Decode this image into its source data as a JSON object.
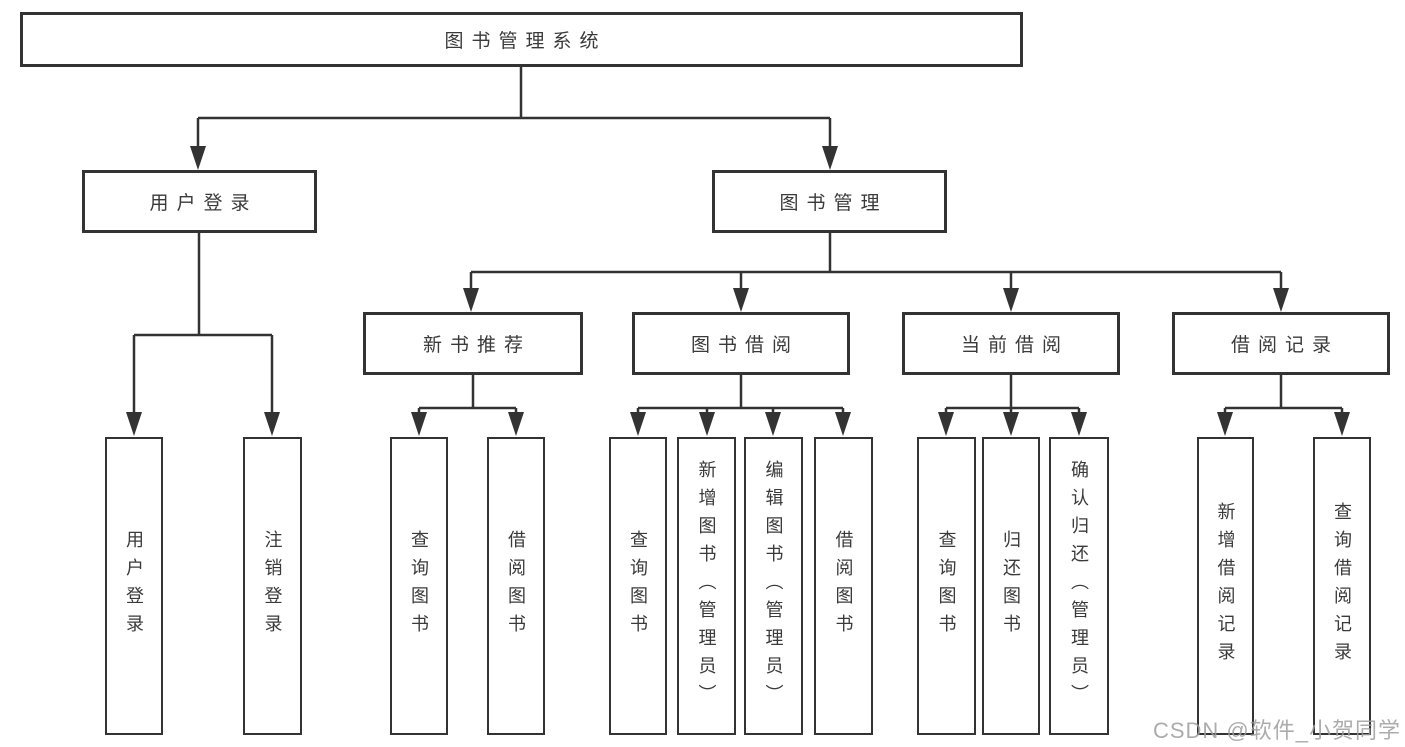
{
  "diagram": {
    "root": {
      "label": "图书管理系统"
    },
    "branches": [
      {
        "label": "用户登录",
        "leaves": [
          {
            "label": "用户登录"
          },
          {
            "label": "注销登录"
          }
        ]
      },
      {
        "label": "图书管理",
        "groups": [
          {
            "label": "新书推荐",
            "leaves": [
              {
                "label": "查询图书"
              },
              {
                "label": "借阅图书"
              }
            ]
          },
          {
            "label": "图书借阅",
            "leaves": [
              {
                "label": "查询图书"
              },
              {
                "label": "新增图书（管理员）"
              },
              {
                "label": "编辑图书（管理员）"
              },
              {
                "label": "借阅图书"
              }
            ]
          },
          {
            "label": "当前借阅",
            "leaves": [
              {
                "label": "查询图书"
              },
              {
                "label": "归还图书"
              },
              {
                "label": "确认归还（管理员）"
              }
            ]
          },
          {
            "label": "借阅记录",
            "leaves": [
              {
                "label": "新增借阅记录"
              },
              {
                "label": "查询借阅记录"
              }
            ]
          }
        ]
      }
    ]
  },
  "watermark": "CSDN @软件_小贺同学",
  "colors": {
    "line": "#333333",
    "box_border": "#333333",
    "box_fill": "#ffffff",
    "text": "#3a3a3a",
    "watermark": "#9e9e9e"
  }
}
